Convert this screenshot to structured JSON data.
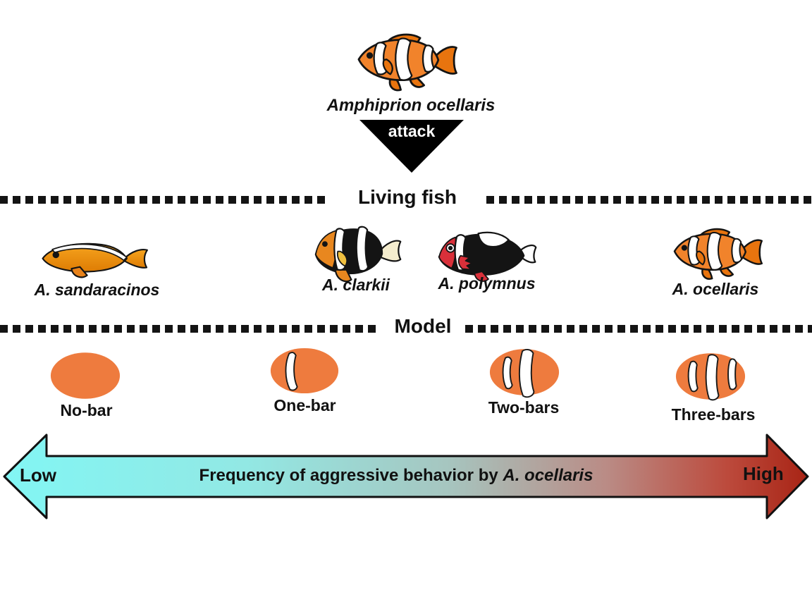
{
  "attacker": {
    "species": "Amphiprion ocellaris",
    "action_label": "attack"
  },
  "sections": {
    "living_fish": "Living fish",
    "model": "Model"
  },
  "living_fish": [
    {
      "name": "A. sandaracinos",
      "icon": "a-sandaracinos-fish-icon"
    },
    {
      "name": "A. clarkii",
      "icon": "a-clarkii-fish-icon"
    },
    {
      "name": "A. polymnus",
      "icon": "a-polymnus-fish-icon"
    },
    {
      "name": "A. ocellaris",
      "icon": "a-ocellaris-fish-icon"
    }
  ],
  "models": [
    {
      "label": "No-bar",
      "bars": 0,
      "icon": "no-bar-model-icon"
    },
    {
      "label": "One-bar",
      "bars": 1,
      "icon": "one-bar-model-icon"
    },
    {
      "label": "Two-bars",
      "bars": 2,
      "icon": "two-bars-model-icon"
    },
    {
      "label": "Three-bars",
      "bars": 3,
      "icon": "three-bars-model-icon"
    }
  ],
  "axis": {
    "low_label": "Low",
    "high_label": "High",
    "title_prefix": "Frequency of aggressive behavior by ",
    "title_species": "A. ocellaris"
  },
  "colors": {
    "model_orange": "#EE7B3E",
    "fish_orange": "#F1832B",
    "fish_orange_dark": "#E8740E",
    "clarkii_cream_tail": "#F5EDCE",
    "clarkii_yellow_fin": "#F0C040",
    "polymnus_red": "#D9303A",
    "outline_black": "#141414",
    "arrow_cyan": "#82F6F4",
    "arrow_red": "#A82415"
  }
}
